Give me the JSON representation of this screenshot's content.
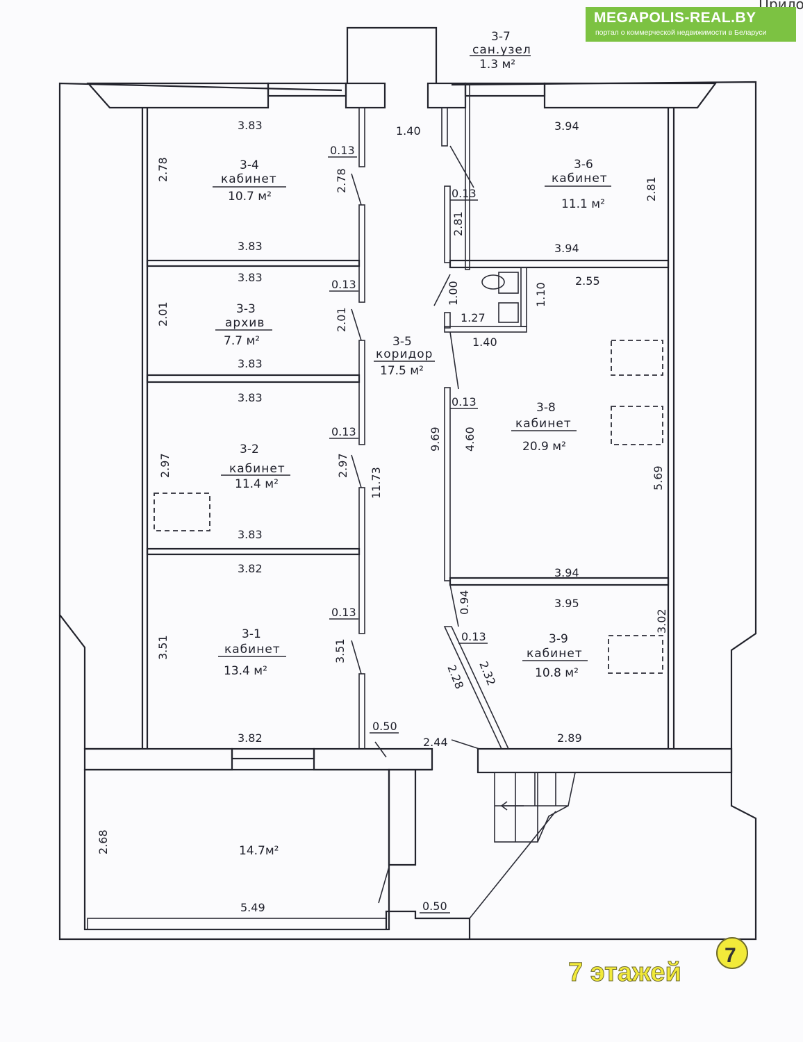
{
  "header": {
    "brand_name": "MEGAPOLIS-REAL.BY",
    "brand_tagline": "портал о коммерческой недвижимости в Беларуси",
    "corner_text": "Прилож"
  },
  "rooms": [
    {
      "id": "3-4",
      "name": "кабинет",
      "area": "10.7 м²"
    },
    {
      "id": "3-3",
      "name": "архив",
      "area": "7.7 м²"
    },
    {
      "id": "3-2",
      "name": "кабинет",
      "area": "11.4 м²"
    },
    {
      "id": "3-1",
      "name": "кабинет",
      "area": "13.4 м²"
    },
    {
      "id": "3-5",
      "name": "коридор",
      "area": "17.5 м²"
    },
    {
      "id": "3-6",
      "name": "кабинет",
      "area": "11.1 м²"
    },
    {
      "id": "3-7",
      "name": "сан.узел",
      "area": "1.3 м²"
    },
    {
      "id": "3-8",
      "name": "кабинет",
      "area": "20.9 м²"
    },
    {
      "id": "3-9",
      "name": "кабинет",
      "area": "10.8 м²"
    },
    {
      "id": "lower",
      "area": "14.7м²"
    }
  ],
  "dimensions": [
    "3.83",
    "2.78",
    "0.13",
    "2.78",
    "3.83",
    "3.83",
    "2.01",
    "0.13",
    "2.01",
    "3.83",
    "3.83",
    "2.97",
    "0.13",
    "2.97",
    "3.83",
    "3.82",
    "3.51",
    "0.13",
    "3.51",
    "3.82",
    "11.73",
    "1.40",
    "3.94",
    "2.81",
    "0.13",
    "2.81",
    "3.94",
    "1.00",
    "1.27",
    "1.10",
    "1.40",
    "2.55",
    "9.69",
    "0.13",
    "4.60",
    "5.69",
    "3.94",
    "0.94",
    "3.95",
    "3.02",
    "0.13",
    "2.28",
    "2.32",
    "0.50",
    "2.44",
    "2.89",
    "2.68",
    "5.49",
    "0.50"
  ],
  "footer": {
    "floors_label": "7 этажей",
    "floors_badge": "7"
  }
}
